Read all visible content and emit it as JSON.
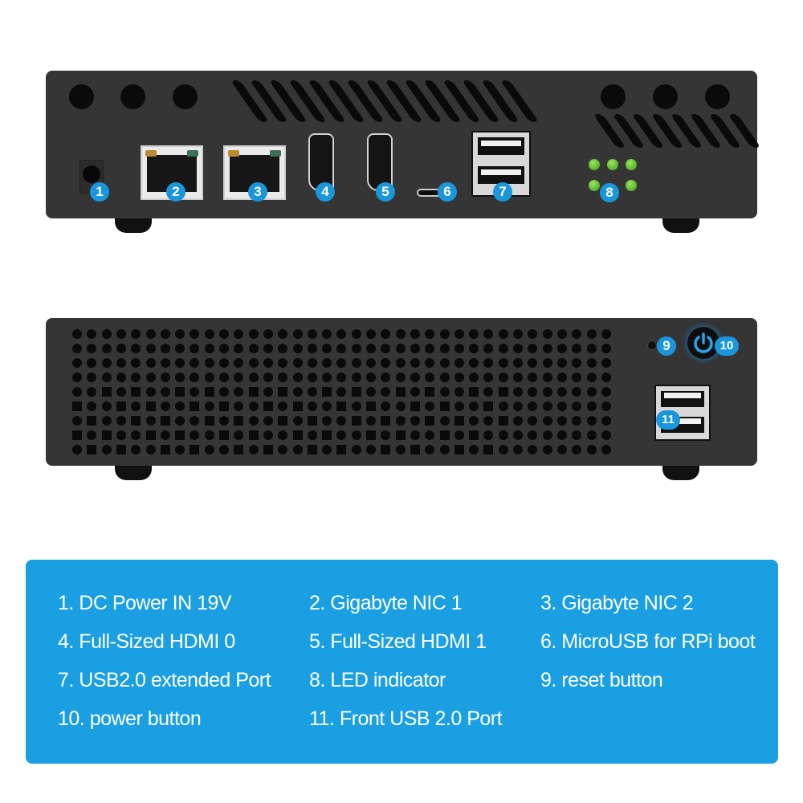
{
  "image": {
    "description": "Product port diagram: rear and front panels of a mini PC enclosure with numbered callouts",
    "colors": {
      "chassis": "#353535",
      "callout": "#1a96dc",
      "legend_bg": "#1aa0e2",
      "legend_text": "#ffffff",
      "led_green": "#5cc02e"
    }
  },
  "rear_panel": {
    "callouts": [
      {
        "number": "1",
        "port": "dc-power-jack"
      },
      {
        "number": "2",
        "port": "rj45-nic-1"
      },
      {
        "number": "3",
        "port": "rj45-nic-2"
      },
      {
        "number": "4",
        "port": "hdmi-0"
      },
      {
        "number": "5",
        "port": "hdmi-1"
      },
      {
        "number": "6",
        "port": "micro-usb"
      },
      {
        "number": "7",
        "port": "dual-usb"
      },
      {
        "number": "8",
        "port": "led-indicators"
      }
    ]
  },
  "front_panel": {
    "callouts": [
      {
        "number": "9",
        "port": "reset-button"
      },
      {
        "number": "10",
        "port": "power-button"
      },
      {
        "number": "11",
        "port": "front-usb"
      }
    ]
  },
  "legend": {
    "items": [
      "1. DC Power IN 19V",
      "2. Gigabyte NIC 1",
      "3. Gigabyte NIC 2",
      "4. Full-Sized HDMI 0",
      "5. Full-Sized HDMI 1",
      "6. MicroUSB for RPi boot",
      "7. USB2.0 extended Port",
      "8. LED indicator",
      "9. reset button",
      "10. power button",
      "11. Front USB 2.0 Port"
    ]
  }
}
